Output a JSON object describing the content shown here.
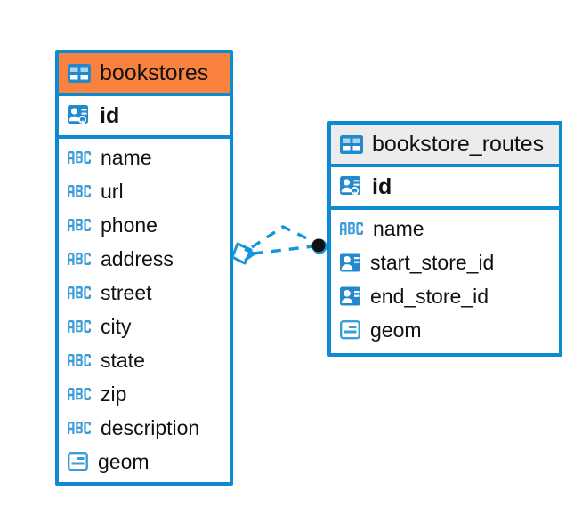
{
  "diagram": {
    "type": "entity-relationship-diagram",
    "background_color": "#ffffff",
    "accent_color": "#0d8ad1",
    "highlight_color": "#f9823f",
    "header_grey": "#ececec"
  },
  "entities": [
    {
      "name": "bookstores",
      "header_style": "orange",
      "table_icon": "table-icon",
      "primary_key": {
        "label": "id",
        "icon": "primary-key-icon"
      },
      "fields": [
        {
          "label": "name",
          "icon": "text-field-icon"
        },
        {
          "label": "url",
          "icon": "text-field-icon"
        },
        {
          "label": "phone",
          "icon": "text-field-icon"
        },
        {
          "label": "address",
          "icon": "text-field-icon"
        },
        {
          "label": "street",
          "icon": "text-field-icon"
        },
        {
          "label": "city",
          "icon": "text-field-icon"
        },
        {
          "label": "state",
          "icon": "text-field-icon"
        },
        {
          "label": "zip",
          "icon": "text-field-icon"
        },
        {
          "label": "description",
          "icon": "text-field-icon"
        },
        {
          "label": "geom",
          "icon": "geometry-field-icon"
        }
      ]
    },
    {
      "name": "bookstore_routes",
      "header_style": "grey",
      "table_icon": "table-icon",
      "primary_key": {
        "label": "id",
        "icon": "primary-key-icon"
      },
      "fields": [
        {
          "label": "name",
          "icon": "text-field-icon"
        },
        {
          "label": "start_store_id",
          "icon": "foreign-key-icon"
        },
        {
          "label": "end_store_id",
          "icon": "foreign-key-icon"
        },
        {
          "label": "geom",
          "icon": "geometry-field-icon"
        }
      ]
    }
  ],
  "relationships": [
    {
      "from_entity": "bookstore_routes",
      "from_field": "start_store_id",
      "to_entity": "bookstores",
      "to_field": "id",
      "line_style": "dashed",
      "source_marker": "one-marker",
      "target_marker": "crows-foot-marker"
    },
    {
      "from_entity": "bookstore_routes",
      "from_field": "end_store_id",
      "to_entity": "bookstores",
      "to_field": "id",
      "line_style": "dashed",
      "source_marker": "one-marker",
      "target_marker": "crows-foot-marker"
    }
  ],
  "icon_glyphs": {
    "text-field-icon": "ABC",
    "table-icon": "grid",
    "primary-key-icon": "contact-card-with-key",
    "foreign-key-icon": "contact-card",
    "geometry-field-icon": "bordered-lines"
  }
}
